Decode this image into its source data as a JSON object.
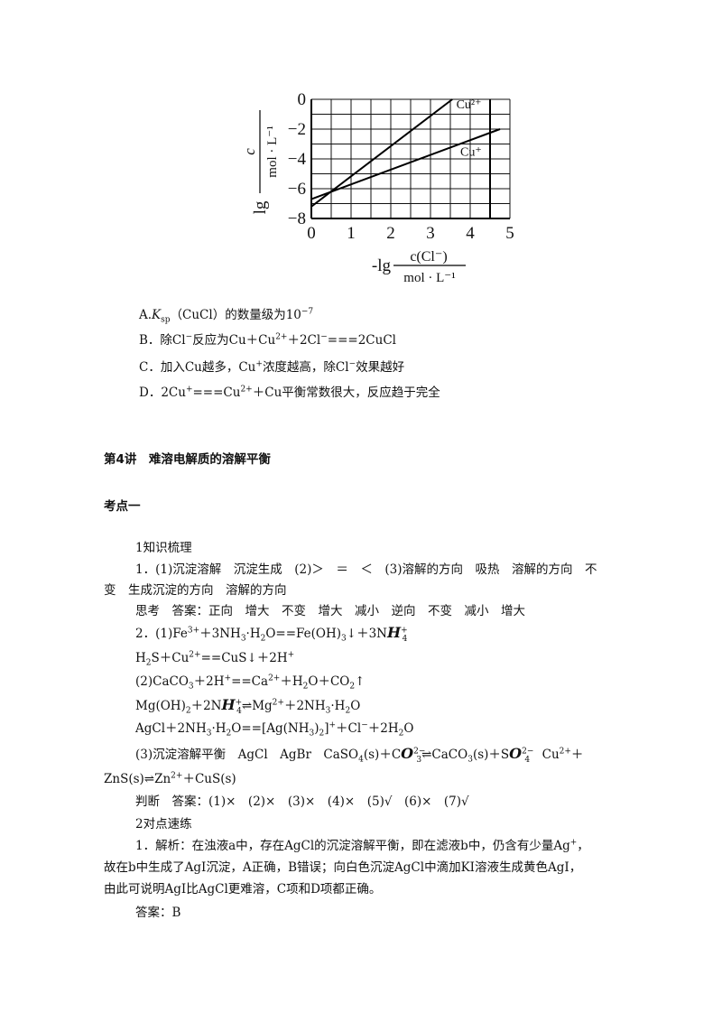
{
  "chart_data": {
    "type": "line",
    "xlabel": "-lg c(Cl⁻) / mol·L⁻¹",
    "ylabel": "lg c / mol·L⁻¹",
    "xlim": [
      0,
      5
    ],
    "ylim": [
      -8,
      0
    ],
    "x_ticks": [
      "0",
      "1",
      "2",
      "3",
      "4",
      "5"
    ],
    "y_ticks": [
      "0",
      "−2",
      "−4",
      "−6",
      "−8"
    ],
    "grid": true,
    "series": [
      {
        "name": "Cu²⁺",
        "x": [
          0,
          3.55
        ],
        "y": [
          -7.2,
          0
        ]
      },
      {
        "name": "Cu⁺",
        "x": [
          0,
          4.75
        ],
        "y": [
          -6.7,
          -2.0
        ]
      }
    ],
    "ylabel_parts": {
      "prefix": "lg",
      "num": "c",
      "den": "mol · L⁻¹"
    },
    "xlabel_parts": {
      "prefix": "-lg",
      "num": "c(Cl⁻)",
      "den": "mol · L⁻¹"
    }
  },
  "options": {
    "a": "A.Ksp（CuCl）的数量级为10⁻⁷",
    "b": "B．除Cl⁻反应为Cu＋Cu²⁺＋2Cl⁻===2CuCl",
    "c": "C．加入Cu越多，Cu⁺浓度越高，除Cl⁻效果越好",
    "d": "D．2Cu⁺===Cu²⁺＋Cu平衡常数很大，反应趋于完全"
  },
  "section_title": "第4讲　难溶电解质的溶解平衡",
  "kaodian": "考点一",
  "lines": {
    "l1": "1知识梳理",
    "l2": "1．(1)沉淀溶解　沉淀生成　(2)＞　＝　＜　(3)溶解的方向　吸热　溶解的方向　不",
    "l3": "变　生成沉淀的方向　溶解的方向",
    "l4": "思考　答案：正向　增大　不变　增大　减小　逆向　不变　减小　增大",
    "l5": "2．(1)Fe³⁺＋3NH₃·H₂O==Fe(OH)₃↓＋3NH₄⁺",
    "l6": "H₂S＋Cu²⁺==CuS↓＋2H⁺",
    "l7": "(2)CaCO₃＋2H⁺==Ca²⁺＋H₂O＋CO₂↑",
    "l8": "Mg(OH)₂＋2NH₄⁺⇌Mg²⁺＋2NH₃·H₂O",
    "l9": "AgCl＋2NH₃·H₂O==[Ag(NH₃)₂]⁺＋Cl⁻＋2H₂O",
    "l10": "(3)沉淀溶解平衡　AgCl　AgBr　CaSO₄(s)＋CO₃²⁻⇌CaCO₃(s)＋SO₄²⁻　Cu²⁺＋",
    "l11": "ZnS(s)⇌Zn²⁺＋CuS(s)",
    "l12": "判断　答案：(1)×　(2)×　(3)×　(4)×　(5)√　(6)×　(7)√",
    "l13": "2对点速练",
    "l14": "1．解析：在浊液a中，存在AgCl的沉淀溶解平衡，即在滤液b中，仍含有少量Ag⁺，",
    "l15": "故在b中生成了AgI沉淀，A正确，B错误；向白色沉淀AgCl中滴加KI溶液生成黄色AgI，",
    "l16": "由此可说明AgI比AgCl更难溶，C项和D项都正确。",
    "l17": "答案：B"
  }
}
